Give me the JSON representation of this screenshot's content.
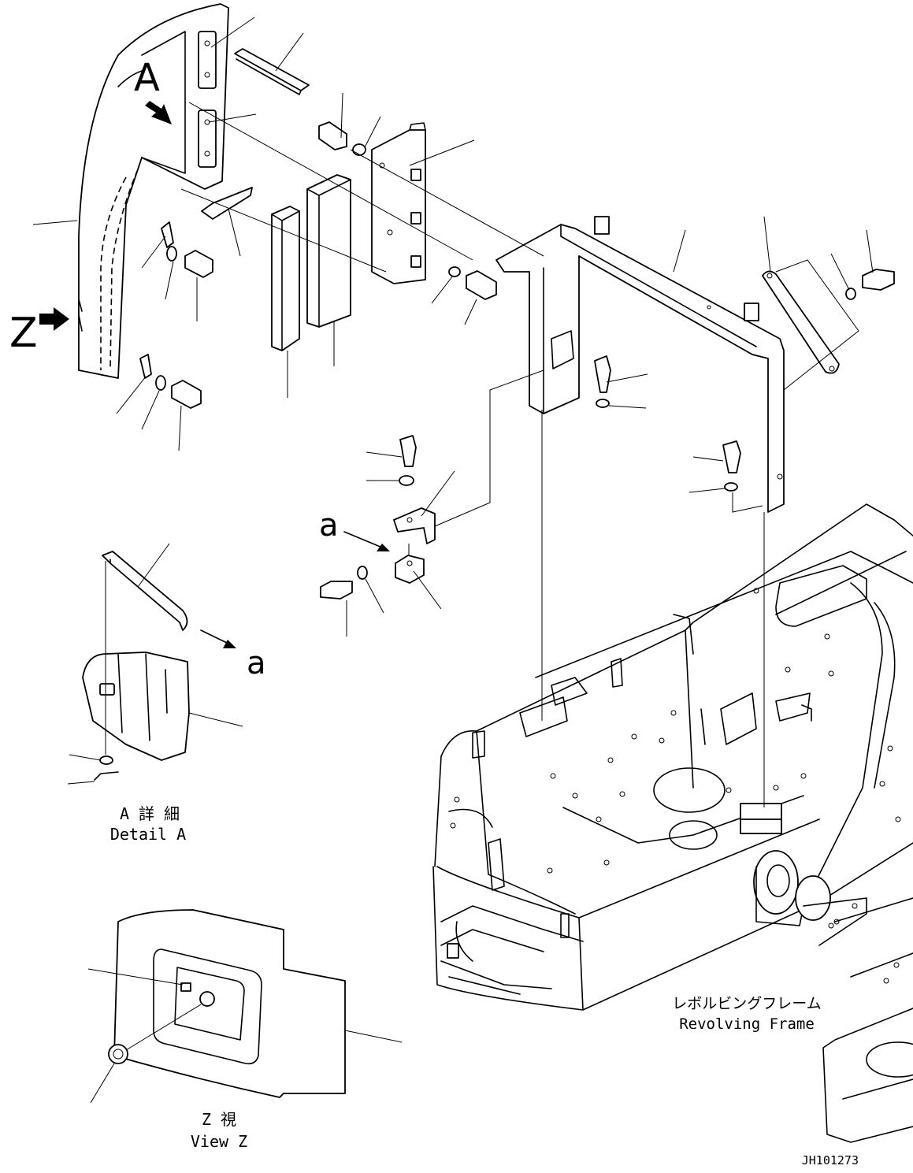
{
  "labels": {
    "view_a_letter": "A",
    "view_z_letter": "Z",
    "small_a_top": "a",
    "small_a_bottom": "a",
    "detail_a_jp": "A 詳 細",
    "detail_a_en": "Detail A",
    "view_z_jp": "Z 視",
    "view_z_en": "View Z",
    "revolving_frame_jp": "レボルビングフレーム",
    "revolving_frame_en": "Revolving Frame",
    "drawing_code": "JH101273"
  },
  "colors": {
    "ink": "#000000",
    "paper": "#ffffff"
  }
}
